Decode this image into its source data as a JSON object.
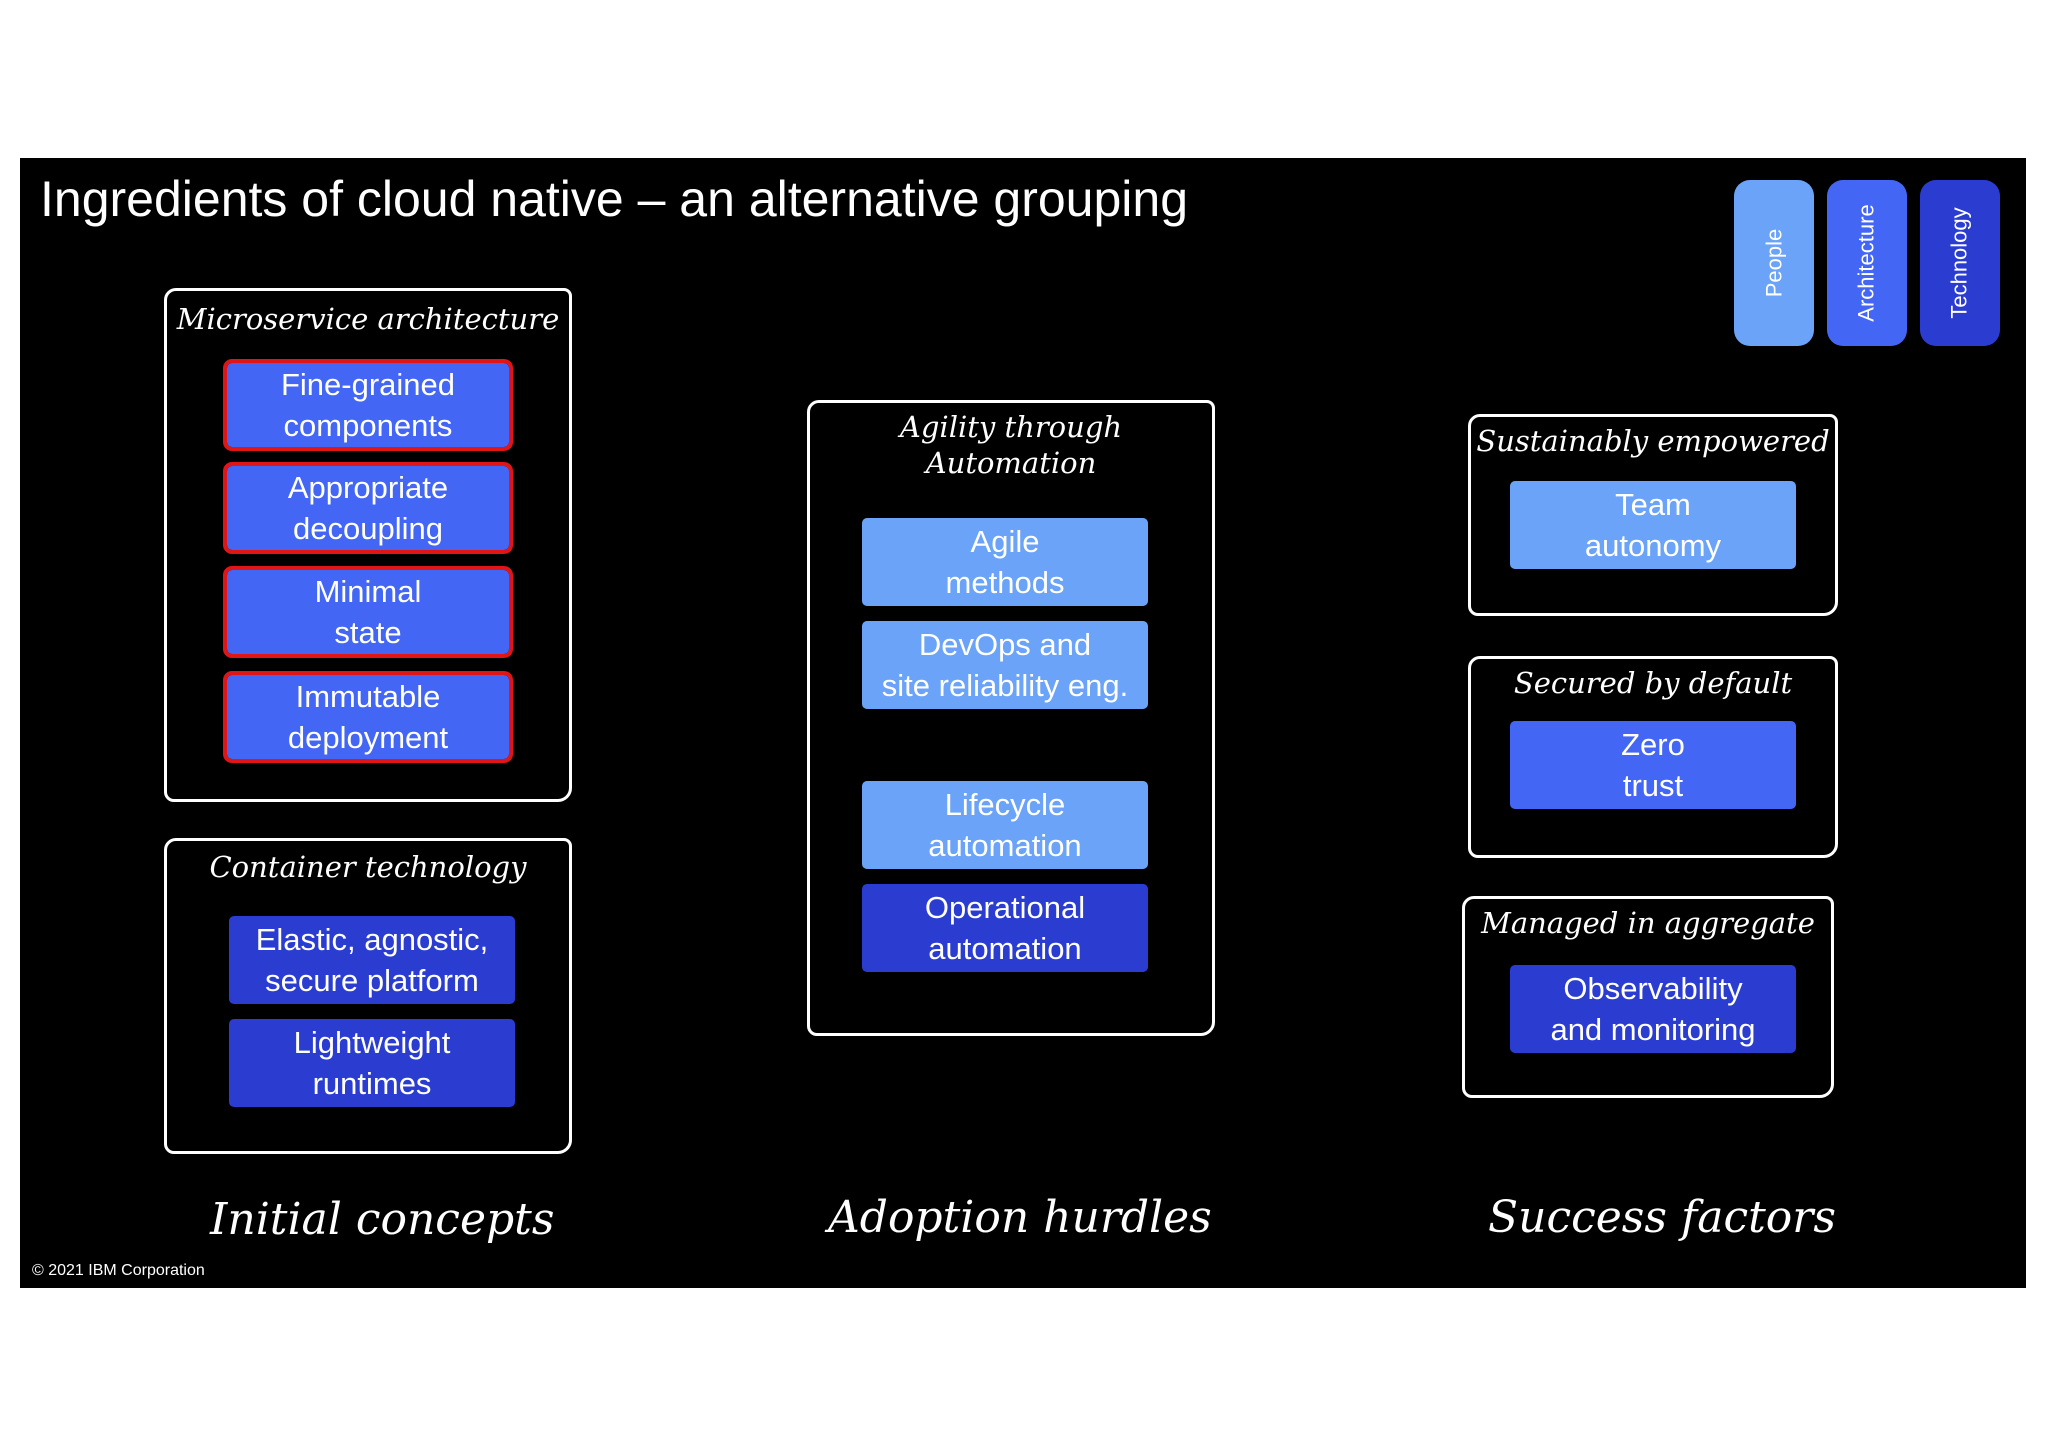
{
  "title": "Ingredients of cloud native – an alternative grouping",
  "colors": {
    "people": "#6aa3f8",
    "architecture": "#4466f5",
    "technology": "#2b3dd1",
    "highlight": "#e01515"
  },
  "legend": [
    "People",
    "Architecture",
    "Technology"
  ],
  "groups": {
    "microservice": {
      "title": "Microservice architecture",
      "items": [
        "Fine-grained\ncomponents",
        "Appropriate\ndecoupling",
        "Minimal\nstate",
        "Immutable\ndeployment"
      ]
    },
    "container": {
      "title": "Container technology",
      "items": [
        "Elastic, agnostic,\nsecure platform",
        "Lightweight\nruntimes"
      ]
    },
    "agility": {
      "title": "Agility through\nAutomation",
      "items": [
        "Agile\nmethods",
        "DevOps and\nsite reliability eng.",
        "Lifecycle\nautomation",
        "Operational\nautomation"
      ]
    },
    "empowered": {
      "title": "Sustainably empowered",
      "items": [
        "Team\nautonomy"
      ]
    },
    "secured": {
      "title": "Secured by default",
      "items": [
        "Zero\ntrust"
      ]
    },
    "managed": {
      "title": "Managed in aggregate",
      "items": [
        "Observability\nand monitoring"
      ]
    }
  },
  "columns": [
    "Initial concepts",
    "Adoption hurdles",
    "Success factors"
  ],
  "copyright": "© 2021 IBM Corporation"
}
